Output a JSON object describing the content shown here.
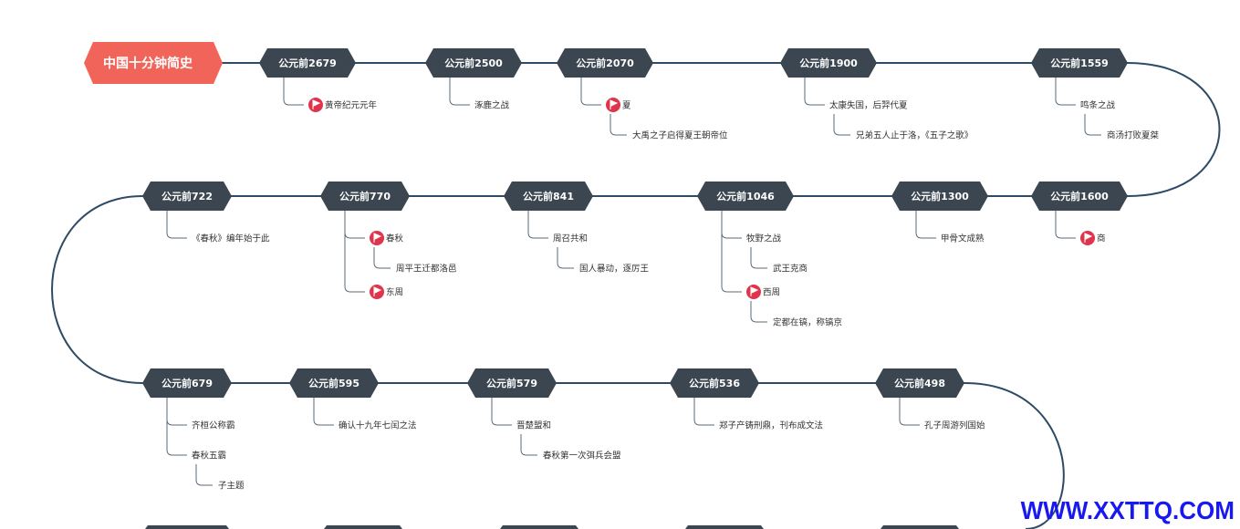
{
  "title": "中国十分钟简史",
  "colors": {
    "title_bg": "#f0645a",
    "node_bg": "#3b4650",
    "line": "#2d4a66",
    "branch": "#5a6a78",
    "text": "#333333",
    "flag": "#e0344c"
  },
  "events": [
    {
      "label": "公元前2679",
      "items": [
        {
          "text": "黄帝纪元元年",
          "flag": true
        }
      ]
    },
    {
      "label": "公元前2500",
      "items": [
        {
          "text": "涿鹿之战"
        }
      ]
    },
    {
      "label": "公元前2070",
      "items": [
        {
          "text": "夏",
          "flag": true,
          "children": [
            {
              "text": "大禹之子启得夏王朝帝位"
            }
          ]
        }
      ]
    },
    {
      "label": "公元前1900",
      "items": [
        {
          "text": "太康失国，后羿代夏",
          "children": [
            {
              "text": "兄弟五人止于洛，《五子之歌》"
            }
          ]
        }
      ]
    },
    {
      "label": "公元前1559",
      "items": [
        {
          "text": "鸣条之战",
          "children": [
            {
              "text": "商汤打败夏桀"
            }
          ]
        }
      ]
    },
    {
      "label": "公元前1600",
      "items": [
        {
          "text": "商",
          "flag": true
        }
      ]
    },
    {
      "label": "公元前1300",
      "items": [
        {
          "text": "甲骨文成熟"
        }
      ]
    },
    {
      "label": "公元前1046",
      "items": [
        {
          "text": "牧野之战",
          "children": [
            {
              "text": "武王克商"
            }
          ]
        },
        {
          "text": "西周",
          "flag": true,
          "children": [
            {
              "text": "定都在镐，称镐京"
            }
          ]
        }
      ]
    },
    {
      "label": "公元前841",
      "items": [
        {
          "text": "周召共和",
          "children": [
            {
              "text": "国人暴动，逐厉王"
            }
          ]
        }
      ]
    },
    {
      "label": "公元前770",
      "items": [
        {
          "text": "春秋",
          "flag": true,
          "children": [
            {
              "text": "周平王迁都洛邑"
            }
          ]
        },
        {
          "text": "东周",
          "flag": true
        }
      ]
    },
    {
      "label": "公元前722",
      "items": [
        {
          "text": "《春秋》编年始于此"
        }
      ]
    },
    {
      "label": "公元前679",
      "items": [
        {
          "text": "齐桓公称霸"
        },
        {
          "text": "春秋五霸",
          "children": [
            {
              "text": "子主题"
            }
          ]
        }
      ]
    },
    {
      "label": "公元前595",
      "items": [
        {
          "text": "确认十九年七闰之法"
        }
      ]
    },
    {
      "label": "公元前579",
      "items": [
        {
          "text": "晋楚盟和",
          "children": [
            {
              "text": "春秋第一次弭兵会盟"
            }
          ]
        }
      ]
    },
    {
      "label": "公元前536",
      "items": [
        {
          "text": "郑子产铸刑鼎，刊布成文法"
        }
      ]
    },
    {
      "label": "公元前498",
      "items": [
        {
          "text": "孔子周游列国始"
        }
      ]
    }
  ],
  "watermark": "WWW.XXTTQ.COM"
}
